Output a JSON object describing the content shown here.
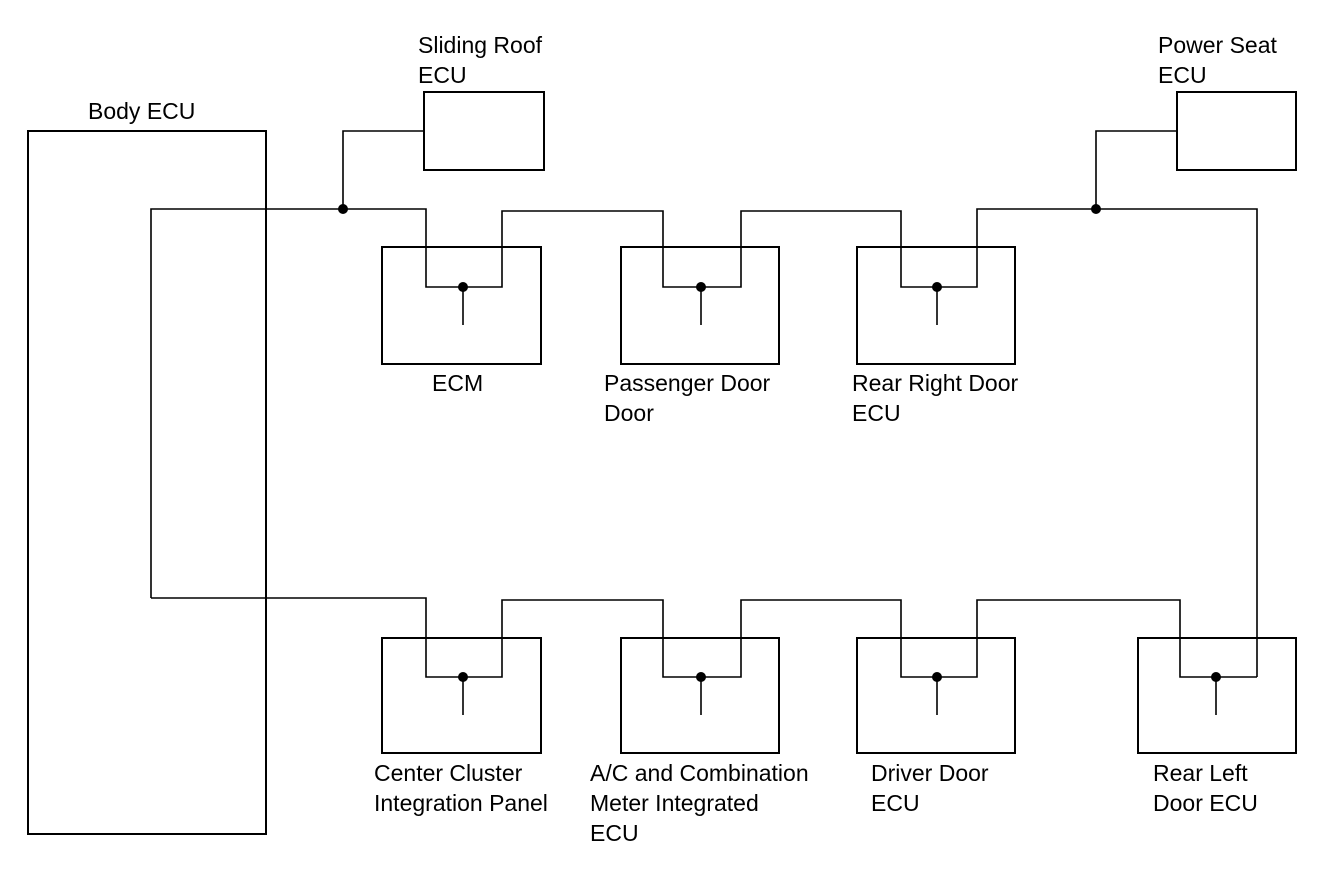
{
  "labels": {
    "body_ecu": "Body ECU",
    "sliding_roof_ecu": "Sliding Roof\nECU",
    "power_seat_ecu": "Power Seat\nECU",
    "ecm": "ECM",
    "passenger_door": "Passenger Door\nDoor",
    "rear_right_door_ecu": "Rear Right Door\nECU",
    "center_cluster": "Center Cluster\nIntegration Panel",
    "ac_combination_meter": "A/C and Combination\nMeter Integrated\nECU",
    "driver_door_ecu": "Driver Door\nECU",
    "rear_left_door_ecu": "Rear Left\nDoor ECU"
  }
}
